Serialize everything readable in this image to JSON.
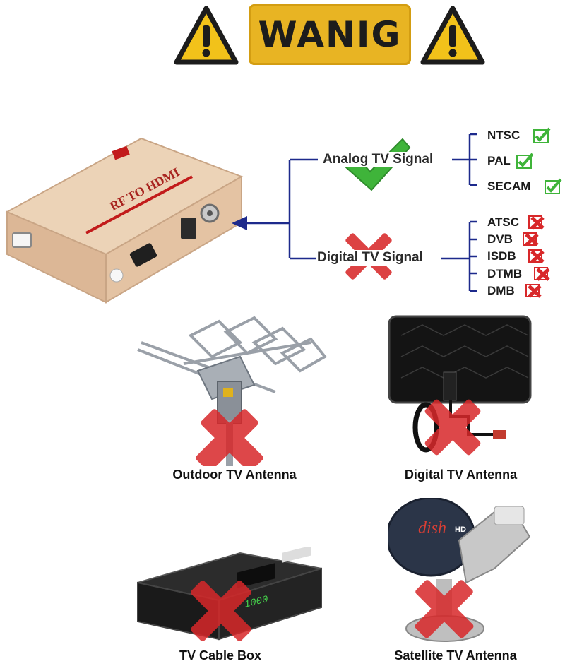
{
  "banner": {
    "text": "WANIG"
  },
  "device": {
    "label_main": "RF TO HDMI"
  },
  "signals": {
    "analog": {
      "label": "Analog TV Signal",
      "formats": [
        "NTSC",
        "PAL",
        "SECAM"
      ]
    },
    "digital": {
      "label": "Digital TV Signal",
      "formats": [
        "ATSC",
        "DVB",
        "ISDB",
        "DTMB",
        "DMB"
      ]
    }
  },
  "sources": {
    "outdoor_antenna": "Outdoor TV Antenna",
    "digital_antenna": "Digital TV Antenna",
    "cable_box": "TV Cable Box",
    "satellite_antenna": "Satellite TV Antenna"
  },
  "dish_brand": "dish",
  "dish_hd": "HD",
  "cable_display": "1000",
  "colors": {
    "banner": "#e8b423",
    "warning": "#f2c21a",
    "check": "#3fb43a",
    "cross": "#d8282a",
    "tree_line": "#1d2a8c",
    "device_body": "#e4c3a3"
  }
}
